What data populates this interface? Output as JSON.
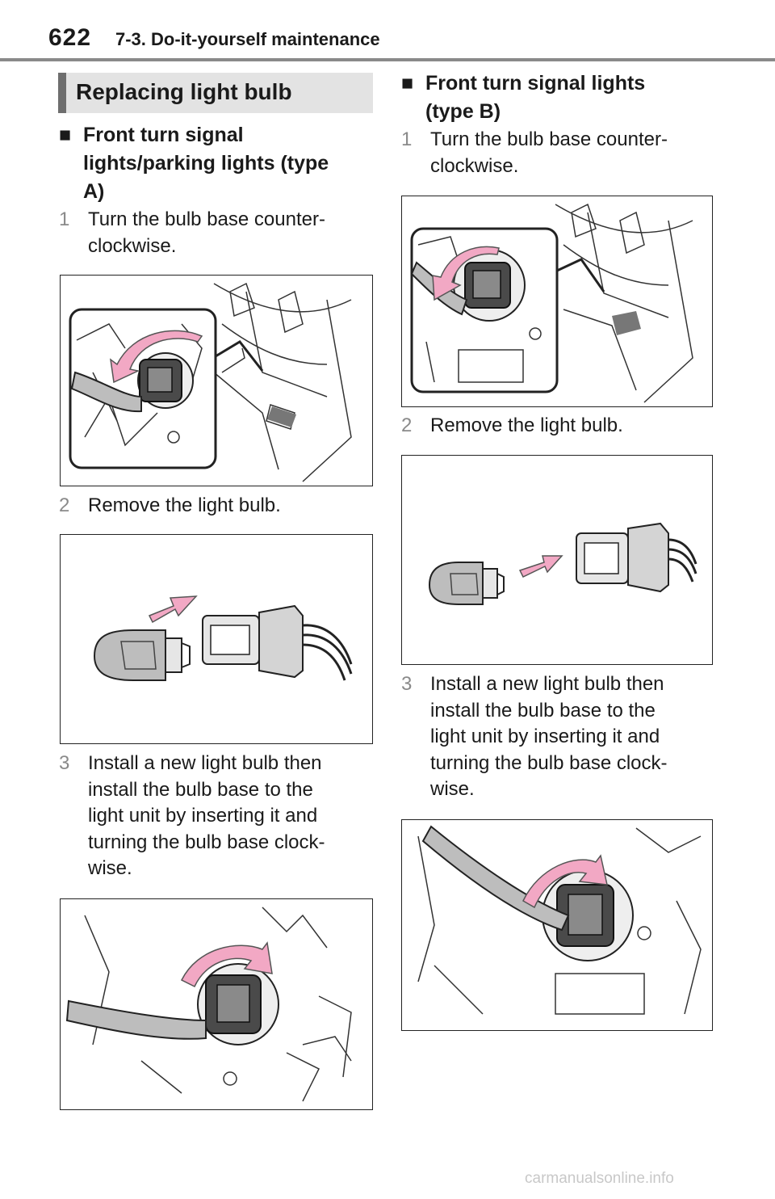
{
  "header": {
    "page_number": "622",
    "section": "7-3. Do-it-yourself maintenance"
  },
  "box_title": "Replacing light bulb",
  "left": {
    "marker": "■",
    "heading_lines": [
      "Front turn signal",
      "lights/parking lights (type",
      "A)"
    ],
    "steps": [
      {
        "num": "1",
        "lines": [
          "Turn the bulb base counter-",
          "clockwise."
        ]
      },
      {
        "num": "2",
        "lines": [
          "Remove the light bulb."
        ]
      },
      {
        "num": "3",
        "lines": [
          "Install a new light bulb then",
          "install the bulb base to the",
          "light unit by inserting it and",
          "turning the bulb base clock-",
          "wise."
        ]
      }
    ]
  },
  "right": {
    "marker": "■",
    "heading_lines": [
      "Front turn signal lights",
      "(type B)"
    ],
    "steps": [
      {
        "num": "1",
        "lines": [
          "Turn the bulb base counter-",
          "clockwise."
        ]
      },
      {
        "num": "2",
        "lines": [
          "Remove the light bulb."
        ]
      },
      {
        "num": "3",
        "lines": [
          "Install a new light bulb then",
          "install the bulb base to the",
          "light unit by inserting it and",
          "turning the bulb base clock-",
          "wise."
        ]
      }
    ]
  },
  "watermark": "carmanualsonline.info",
  "colors": {
    "arrow": "#f2a8c4",
    "arrow_stroke": "#555555",
    "title_bg": "#e3e3e3",
    "title_bar": "#6e6e6e",
    "step_num": "#8a8a8a"
  }
}
